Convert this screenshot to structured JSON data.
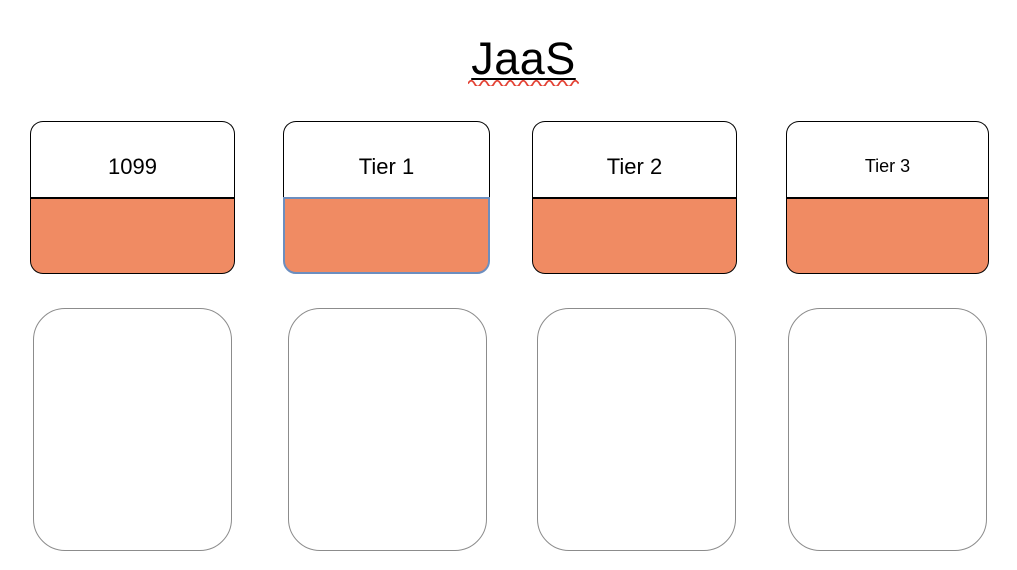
{
  "page": {
    "title": "JaaS"
  },
  "colors": {
    "orange": "#F08B63",
    "selected_blue": "#6C8EBF",
    "shape_border": "#000000",
    "placeholder_border": "#8C8C8C",
    "squiggle_red": "#E34234"
  },
  "tier_cards": [
    {
      "label": "1099",
      "selected": false
    },
    {
      "label": "Tier 1",
      "selected": true
    },
    {
      "label": "Tier 2",
      "selected": false
    },
    {
      "label": "Tier 3",
      "selected": false
    }
  ],
  "empty_cards_count": 4
}
